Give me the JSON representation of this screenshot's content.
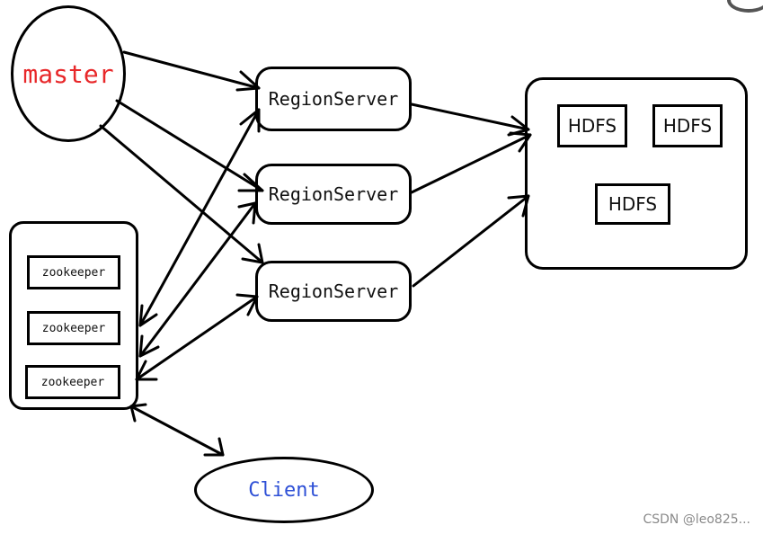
{
  "diagram": {
    "master": {
      "label": "master",
      "color": "#e8282a"
    },
    "region_servers": [
      {
        "label": "RegionServer"
      },
      {
        "label": "RegionServer"
      },
      {
        "label": "RegionServer"
      }
    ],
    "hdfs_nodes": [
      {
        "label": "HDFS"
      },
      {
        "label": "HDFS"
      },
      {
        "label": "HDFS"
      }
    ],
    "zookeepers": [
      {
        "label": "zookeeper"
      },
      {
        "label": "zookeeper"
      },
      {
        "label": "zookeeper"
      }
    ],
    "client": {
      "label": "Client",
      "color": "#2d4fd6"
    },
    "edges": [
      {
        "from": "master",
        "to": "region-server-1",
        "type": "arrow"
      },
      {
        "from": "master",
        "to": "region-server-2",
        "type": "arrow"
      },
      {
        "from": "master",
        "to": "region-server-3",
        "type": "arrow"
      },
      {
        "from": "region-server-1",
        "to": "hdfs-cluster",
        "type": "arrow"
      },
      {
        "from": "region-server-2",
        "to": "hdfs-cluster",
        "type": "arrow"
      },
      {
        "from": "region-server-3",
        "to": "hdfs-cluster",
        "type": "arrow"
      },
      {
        "from": "zookeeper-cluster",
        "to": "region-server-1",
        "type": "bidirectional"
      },
      {
        "from": "zookeeper-cluster",
        "to": "region-server-2",
        "type": "bidirectional"
      },
      {
        "from": "zookeeper-cluster",
        "to": "region-server-3",
        "type": "bidirectional"
      },
      {
        "from": "zookeeper-cluster",
        "to": "client",
        "type": "bidirectional"
      }
    ]
  },
  "watermark": "CSDN @leo825..."
}
